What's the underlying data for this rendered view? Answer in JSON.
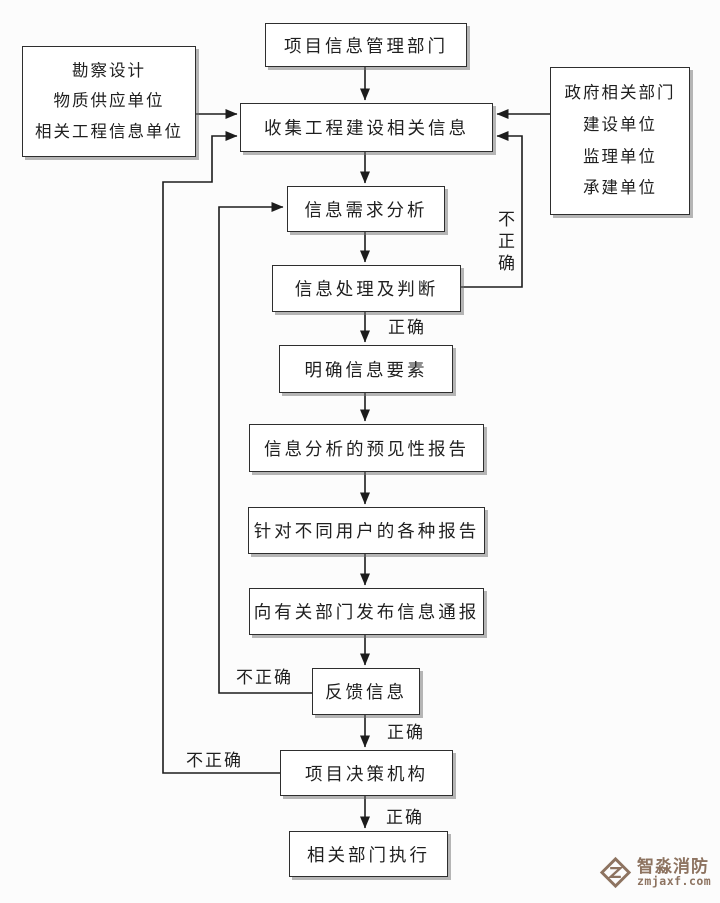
{
  "flowchart": {
    "nodes": {
      "management": "项目信息管理部门",
      "collect": "收集工程建设相关信息",
      "analysis": "信息需求分析",
      "process": "信息处理及判断",
      "elements": "明确信息要素",
      "forecast_report": "信息分析的预见性报告",
      "user_reports": "针对不同用户的各种报告",
      "publish": "向有关部门发布信息通报",
      "feedback": "反馈信息",
      "decision": "项目决策机构",
      "execute": "相关部门执行"
    },
    "left_sources": {
      "line1": "勘察设计",
      "line2": "物质供应单位",
      "line3": "相关工程信息单位"
    },
    "right_sources": {
      "line1": "政府相关部门",
      "line2": "建设单位",
      "line3": "监理单位",
      "line4": "承建单位"
    },
    "labels": {
      "incorrect_process": "不正确",
      "correct_process": "正确",
      "incorrect_feedback": "不正确",
      "correct_feedback": "正确",
      "incorrect_decision": "不正确",
      "correct_decision": "正确"
    },
    "colors": {
      "line": "#1c1c1c",
      "node_border": "#2e2e2e",
      "node_fill": "#ffffff"
    }
  },
  "watermark": {
    "brand": "智淼消防",
    "domain": "zmjaxf.com",
    "color": "#8d7360"
  }
}
